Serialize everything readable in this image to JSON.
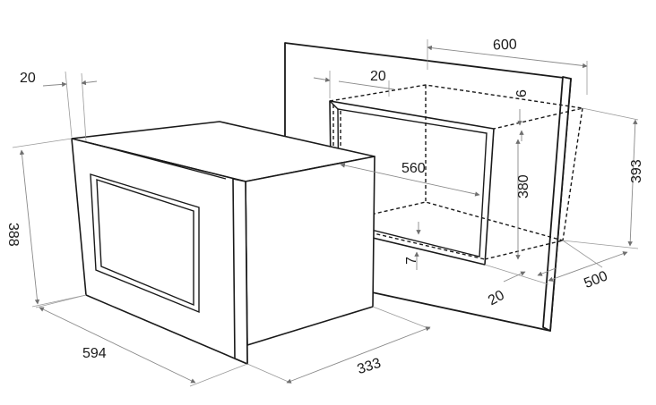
{
  "dimensions": {
    "niche_width": "600",
    "niche_top_offset": "20",
    "niche_side_gap": "6",
    "opening_width": "560",
    "opening_height": "380",
    "niche_height": "393",
    "base_offset": "7",
    "front_offset": "20",
    "niche_depth": "500",
    "frame_thickness": "20",
    "oven_height": "388",
    "oven_width": "594",
    "oven_depth": "333"
  }
}
